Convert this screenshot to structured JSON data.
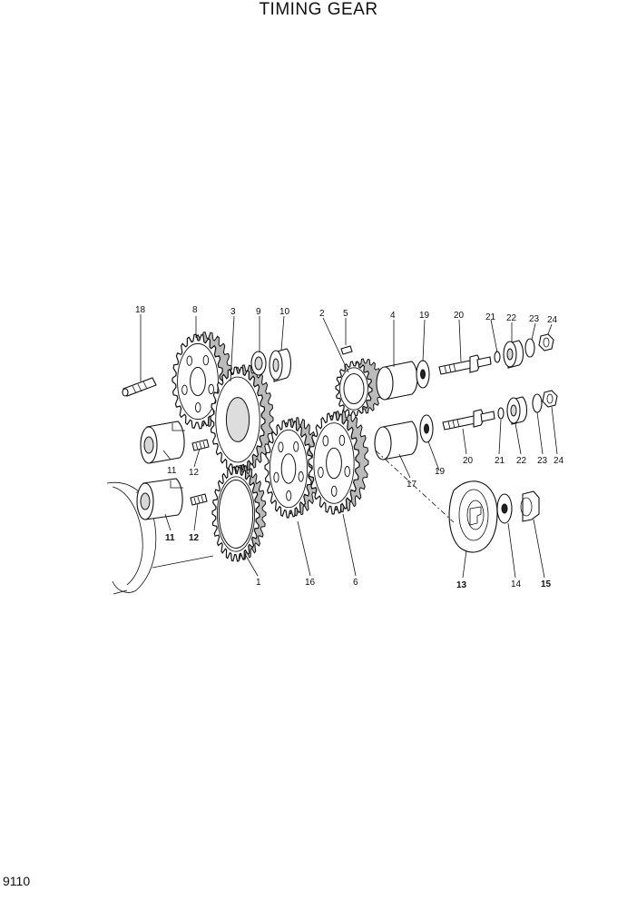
{
  "title": "TIMING GEAR",
  "page_number": "9110",
  "labels": {
    "l1": "1",
    "l2": "2",
    "l3": "3",
    "l4": "4",
    "l5": "5",
    "l6": "6",
    "l8": "8",
    "l9": "9",
    "l10": "10",
    "l11a": "11",
    "l11b": "11",
    "l12a": "12",
    "l12b": "12",
    "l13": "13",
    "l14": "14",
    "l15": "15",
    "l16": "16",
    "l17": "17",
    "l18": "18",
    "l19a": "19",
    "l19b": "19",
    "l20a": "20",
    "l20b": "20",
    "l21a": "21",
    "l21b": "21",
    "l22a": "22",
    "l22b": "22",
    "l23a": "23",
    "l23b": "23",
    "l24a": "24",
    "l24b": "24"
  }
}
